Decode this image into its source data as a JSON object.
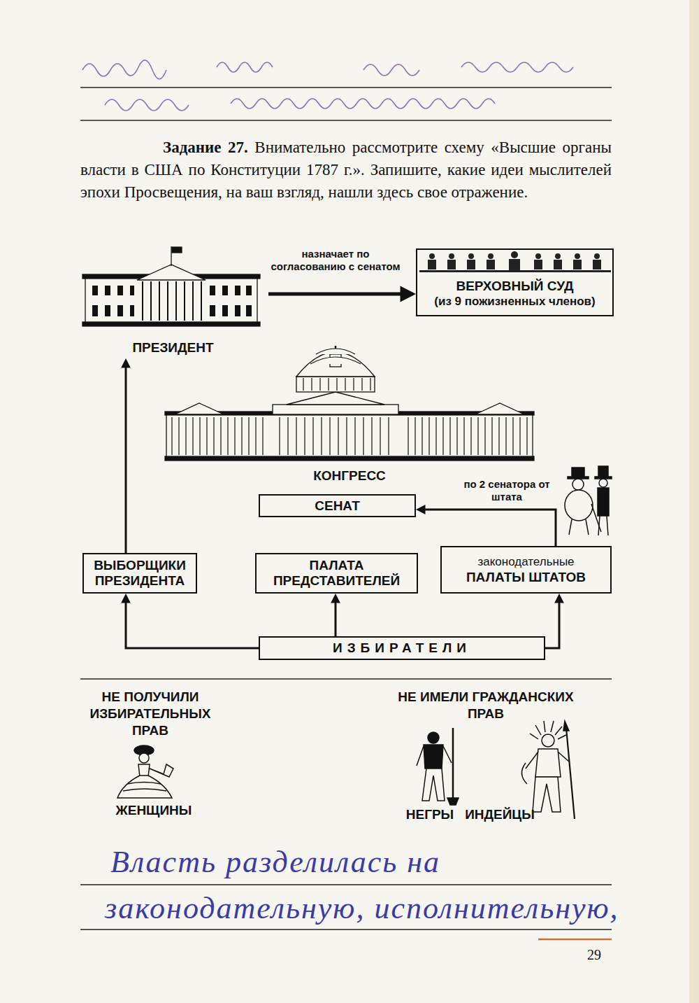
{
  "diagram": {
    "nodes": [
      {
        "text": [
          "ПРЕЗИДЕНТ"
        ]
      },
      {
        "text": [
          "ВЕРХОВНЫЙ СУД",
          "(из 9 пожизненных членов)"
        ]
      },
      {
        "text": [
          "КОНГРЕСС"
        ]
      },
      {
        "text": [
          "СЕНАТ"
        ]
      },
      {
        "text": [
          "ВЫБОРЩИКИ ПРЕЗИДЕНТА"
        ]
      },
      {
        "text": [
          "ПАЛАТА ПРЕДСТАВИТЕЛЕЙ"
        ]
      },
      {
        "text": [
          "законодательные",
          "ПАЛАТЫ ШТАТОВ"
        ]
      },
      {
        "text": [
          "ИЗБИРАТЕЛИ"
        ]
      }
    ],
    "edges": [
      {
        "from": 0,
        "to": 1,
        "arrow": "to",
        "label": "назначает по согласованию с сенатом"
      },
      {
        "from": 6,
        "to": 3,
        "arrow": "to",
        "label": "по 2 сенатора от штата"
      },
      {
        "from": 4,
        "to": 0,
        "arrow": "to"
      },
      {
        "from": 7,
        "to": 4,
        "arrow": "to"
      },
      {
        "from": 7,
        "to": 5,
        "arrow": "to"
      },
      {
        "from": 7,
        "to": 6,
        "arrow": "to"
      }
    ],
    "labels": [
      "Задание 27.",
      "Внимательно рассмотрите схему «Высшие органы власти в США по Конституции 1787 г.». Запишите, какие идеи мыслителей эпохи Просвещения, на ваш взгляд, нашли здесь свое отражение.",
      "НЕ ПОЛУЧИЛИ ИЗБИРАТЕЛЬНЫХ ПРАВ",
      "ЖЕНЩИНЫ",
      "НЕ ИМЕЛИ ГРАЖДАНСКИХ ПРАВ",
      "НЕГРЫ",
      "ИНДЕЙЦЫ",
      "Власть разделилась на",
      "законодательную, исполнительную,",
      "29"
    ]
  }
}
